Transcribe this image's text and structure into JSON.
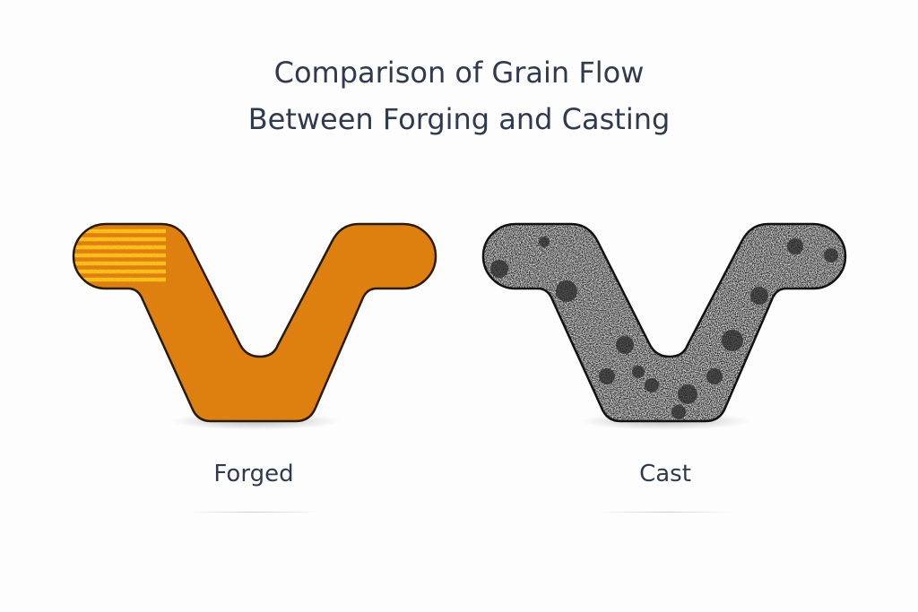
{
  "title": {
    "line1": "Comparison of Grain Flow",
    "line2": "Between Forging and Casting"
  },
  "panels": [
    {
      "label": "Forged",
      "color": "#e07f12",
      "stripe_color": "#ffc21f"
    },
    {
      "label": "Cast",
      "color": "#9a9a9a"
    }
  ]
}
